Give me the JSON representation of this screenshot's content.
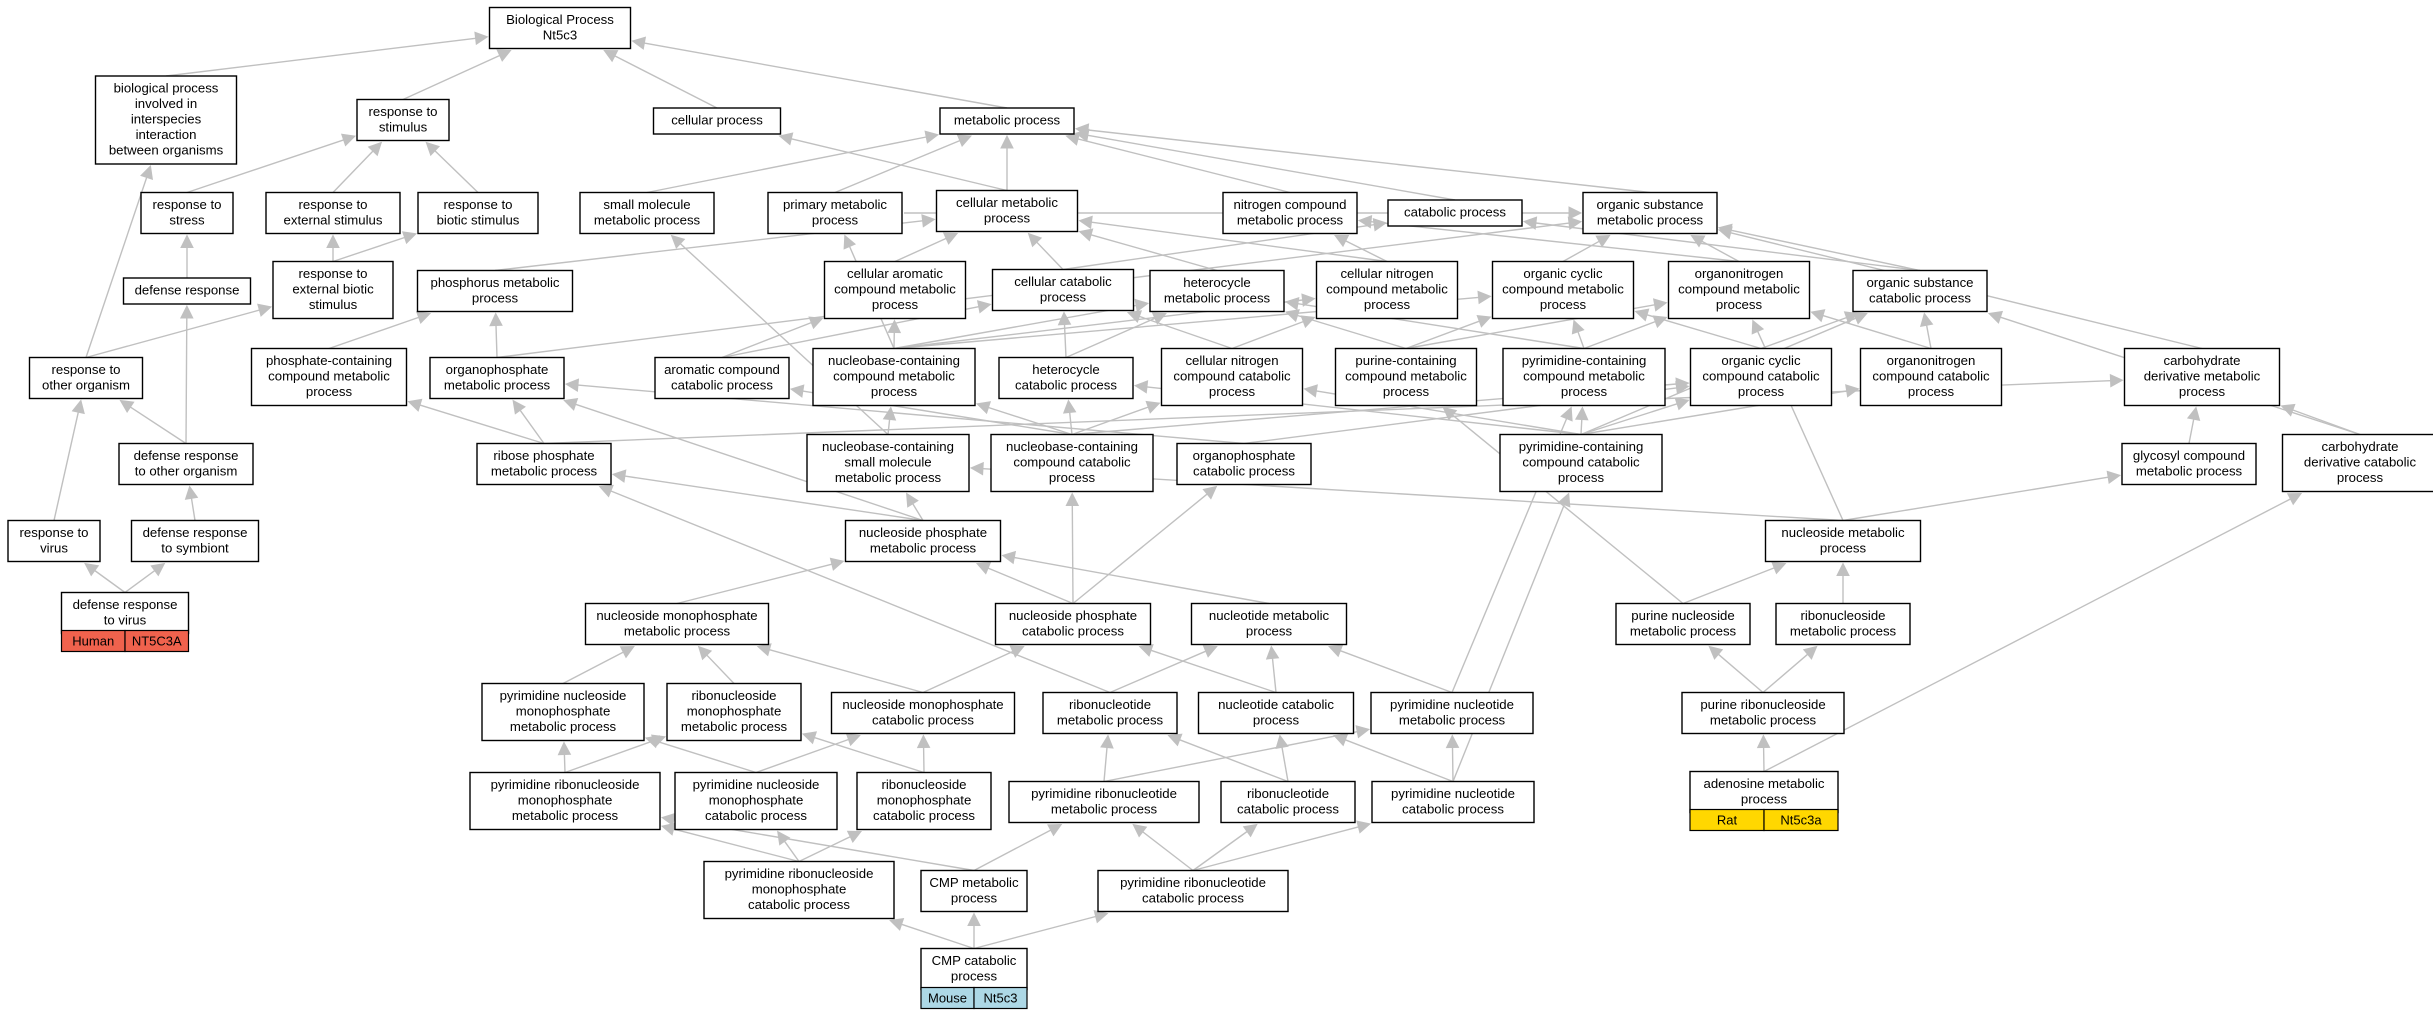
{
  "colors": {
    "edge": "#c0c0c0",
    "node_border": "#000000",
    "node_fill": "#ffffff",
    "human": "#f0624d",
    "rat": "#ffd700",
    "mouse": "#add8e6"
  },
  "nodes": [
    {
      "id": "bp",
      "lines": [
        "Biological Process",
        "Nt5c3"
      ]
    },
    {
      "id": "bpint",
      "lines": [
        "biological process",
        "involved in",
        "interspecies",
        "interaction",
        "between organisms"
      ]
    },
    {
      "id": "rstim",
      "lines": [
        "response to",
        "stimulus"
      ]
    },
    {
      "id": "cell",
      "lines": [
        "cellular process"
      ]
    },
    {
      "id": "meta",
      "lines": [
        "metabolic process"
      ]
    },
    {
      "id": "rstress",
      "lines": [
        "response to",
        "stress"
      ]
    },
    {
      "id": "rext",
      "lines": [
        "response to",
        "external stimulus"
      ]
    },
    {
      "id": "rbio",
      "lines": [
        "response to",
        "biotic stimulus"
      ]
    },
    {
      "id": "smm",
      "lines": [
        "small molecule",
        "metabolic process"
      ]
    },
    {
      "id": "pmp",
      "lines": [
        "primary metabolic",
        "process"
      ]
    },
    {
      "id": "cmp",
      "lines": [
        "cellular metabolic",
        "process"
      ]
    },
    {
      "id": "ncmp",
      "lines": [
        "nitrogen compound",
        "metabolic process"
      ]
    },
    {
      "id": "catp",
      "lines": [
        "catabolic process"
      ]
    },
    {
      "id": "osmp",
      "lines": [
        "organic substance",
        "metabolic process"
      ]
    },
    {
      "id": "defr",
      "lines": [
        "defense response"
      ]
    },
    {
      "id": "rebs",
      "lines": [
        "response to",
        "external biotic",
        "stimulus"
      ]
    },
    {
      "id": "phos",
      "lines": [
        "phosphorus metabolic",
        "process"
      ]
    },
    {
      "id": "cacmp",
      "lines": [
        "cellular aromatic",
        "compound metabolic",
        "process"
      ]
    },
    {
      "id": "ccp",
      "lines": [
        "cellular catabolic",
        "process"
      ]
    },
    {
      "id": "hmp",
      "lines": [
        "heterocycle",
        "metabolic process"
      ]
    },
    {
      "id": "cncmp",
      "lines": [
        "cellular nitrogen",
        "compound metabolic",
        "process"
      ]
    },
    {
      "id": "occmp",
      "lines": [
        "organic cyclic",
        "compound metabolic",
        "process"
      ]
    },
    {
      "id": "onmp",
      "lines": [
        "organonitrogen",
        "compound metabolic",
        "process"
      ]
    },
    {
      "id": "oscp",
      "lines": [
        "organic substance",
        "catabolic process"
      ]
    },
    {
      "id": "rorg",
      "lines": [
        "response to",
        "other organism"
      ]
    },
    {
      "id": "pcmp",
      "lines": [
        "phosphate-containing",
        "compound metabolic",
        "process"
      ]
    },
    {
      "id": "opmp",
      "lines": [
        "organophosphate",
        "metabolic process"
      ]
    },
    {
      "id": "accp",
      "lines": [
        "aromatic compound",
        "catabolic process"
      ]
    },
    {
      "id": "nbcmp",
      "lines": [
        "nucleobase-containing",
        "compound metabolic",
        "process"
      ]
    },
    {
      "id": "hcp",
      "lines": [
        "heterocycle",
        "catabolic process"
      ]
    },
    {
      "id": "cnccp",
      "lines": [
        "cellular nitrogen",
        "compound catabolic",
        "process"
      ]
    },
    {
      "id": "pucmp",
      "lines": [
        "purine-containing",
        "compound metabolic",
        "process"
      ]
    },
    {
      "id": "pycmp",
      "lines": [
        "pyrimidine-containing",
        "compound metabolic",
        "process"
      ]
    },
    {
      "id": "occcp",
      "lines": [
        "organic cyclic",
        "compound catabolic",
        "process"
      ]
    },
    {
      "id": "onccp",
      "lines": [
        "organonitrogen",
        "compound catabolic",
        "process"
      ]
    },
    {
      "id": "cdmp",
      "lines": [
        "carbohydrate",
        "derivative metabolic",
        "process"
      ]
    },
    {
      "id": "drorg",
      "lines": [
        "defense response",
        "to other organism"
      ]
    },
    {
      "id": "rpmp",
      "lines": [
        "ribose phosphate",
        "metabolic process"
      ]
    },
    {
      "id": "nbsmm",
      "lines": [
        "nucleobase-containing",
        "small molecule",
        "metabolic process"
      ]
    },
    {
      "id": "nbccp",
      "lines": [
        "nucleobase-containing",
        "compound catabolic",
        "process"
      ]
    },
    {
      "id": "opcp",
      "lines": [
        "organophosphate",
        "catabolic process"
      ]
    },
    {
      "id": "pyccp",
      "lines": [
        "pyrimidine-containing",
        "compound catabolic",
        "process"
      ]
    },
    {
      "id": "gcmp",
      "lines": [
        "glycosyl compound",
        "metabolic process"
      ]
    },
    {
      "id": "cdcp",
      "lines": [
        "carbohydrate",
        "derivative catabolic",
        "process"
      ]
    },
    {
      "id": "rvir",
      "lines": [
        "response to",
        "virus"
      ]
    },
    {
      "id": "drsym",
      "lines": [
        "defense response",
        "to symbiont"
      ]
    },
    {
      "id": "npmp",
      "lines": [
        "nucleoside phosphate",
        "metabolic process"
      ]
    },
    {
      "id": "nsmp",
      "lines": [
        "nucleoside metabolic",
        "process"
      ]
    },
    {
      "id": "drvir",
      "lines": [
        "defense response",
        "to virus"
      ]
    },
    {
      "id": "nmpmp",
      "lines": [
        "nucleoside monophosphate",
        "metabolic process"
      ]
    },
    {
      "id": "npcp",
      "lines": [
        "nucleoside phosphate",
        "catabolic process"
      ]
    },
    {
      "id": "ntmp",
      "lines": [
        "nucleotide metabolic",
        "process"
      ]
    },
    {
      "id": "purnmp",
      "lines": [
        "purine nucleoside",
        "metabolic process"
      ]
    },
    {
      "id": "ribnmp",
      "lines": [
        "ribonucleoside",
        "metabolic process"
      ]
    },
    {
      "id": "pynmpmp",
      "lines": [
        "pyrimidine nucleoside",
        "monophosphate",
        "metabolic process"
      ]
    },
    {
      "id": "rnmpmp",
      "lines": [
        "ribonucleoside",
        "monophosphate",
        "metabolic process"
      ]
    },
    {
      "id": "nmpcp",
      "lines": [
        "nucleoside monophosphate",
        "catabolic process"
      ]
    },
    {
      "id": "rntmp",
      "lines": [
        "ribonucleotide",
        "metabolic process"
      ]
    },
    {
      "id": "ntcp",
      "lines": [
        "nucleotide catabolic",
        "process"
      ]
    },
    {
      "id": "pyntmp",
      "lines": [
        "pyrimidine nucleotide",
        "metabolic process"
      ]
    },
    {
      "id": "prnmp",
      "lines": [
        "purine ribonucleoside",
        "metabolic process"
      ]
    },
    {
      "id": "pyrnmpmp",
      "lines": [
        "pyrimidine ribonucleoside",
        "monophosphate",
        "metabolic process"
      ]
    },
    {
      "id": "pynmpcp",
      "lines": [
        "pyrimidine nucleoside",
        "monophosphate",
        "catabolic process"
      ]
    },
    {
      "id": "rnmpcp",
      "lines": [
        "ribonucleoside",
        "monophosphate",
        "catabolic process"
      ]
    },
    {
      "id": "pyrntmp",
      "lines": [
        "pyrimidine ribonucleotide",
        "metabolic process"
      ]
    },
    {
      "id": "rntcp",
      "lines": [
        "ribonucleotide",
        "catabolic process"
      ]
    },
    {
      "id": "pyntcp",
      "lines": [
        "pyrimidine nucleotide",
        "catabolic process"
      ]
    },
    {
      "id": "adenmp",
      "lines": [
        "adenosine metabolic",
        "process"
      ]
    },
    {
      "id": "pyrnmpcp",
      "lines": [
        "pyrimidine ribonucleoside",
        "monophosphate",
        "catabolic process"
      ]
    },
    {
      "id": "cmpmp",
      "lines": [
        "CMP metabolic",
        "process"
      ]
    },
    {
      "id": "pyrntcp",
      "lines": [
        "pyrimidine ribonucleotide",
        "catabolic process"
      ]
    },
    {
      "id": "cmpcp",
      "lines": [
        "CMP catabolic",
        "process"
      ]
    }
  ],
  "annotations": [
    {
      "node": "drvir",
      "species": "Human",
      "gene": "NT5C3A",
      "color": "#f0624d"
    },
    {
      "node": "adenmp",
      "species": "Rat",
      "gene": "Nt5c3a",
      "color": "#ffd700"
    },
    {
      "node": "cmpcp",
      "species": "Mouse",
      "gene": "Nt5c3",
      "color": "#add8e6"
    }
  ],
  "edges": [
    [
      "bpint",
      "bp"
    ],
    [
      "rstim",
      "bp"
    ],
    [
      "cell",
      "bp"
    ],
    [
      "meta",
      "bp"
    ],
    [
      "rstress",
      "rstim"
    ],
    [
      "rext",
      "rstim"
    ],
    [
      "rbio",
      "rstim"
    ],
    [
      "smm",
      "meta"
    ],
    [
      "pmp",
      "meta"
    ],
    [
      "cmp",
      "meta"
    ],
    [
      "ncmp",
      "meta"
    ],
    [
      "catp",
      "meta"
    ],
    [
      "osmp",
      "meta"
    ],
    [
      "cmp",
      "cell"
    ],
    [
      "defr",
      "rstress"
    ],
    [
      "rebs",
      "rext"
    ],
    [
      "rebs",
      "rbio"
    ],
    [
      "phos",
      "cmp"
    ],
    [
      "cacmp",
      "cmp"
    ],
    [
      "ccp",
      "cmp"
    ],
    [
      "hmp",
      "cmp"
    ],
    [
      "cncmp",
      "cmp"
    ],
    [
      "ccp",
      "catp"
    ],
    [
      "oscp",
      "catp"
    ],
    [
      "cncmp",
      "ncmp"
    ],
    [
      "onmp",
      "ncmp"
    ],
    [
      "occmp",
      "osmp"
    ],
    [
      "onmp",
      "osmp"
    ],
    [
      "oscp",
      "osmp"
    ],
    [
      "cdmp",
      "osmp"
    ],
    [
      "opmp",
      "osmp"
    ],
    [
      "pmp",
      "osmp"
    ],
    [
      "rorg",
      "bpint"
    ],
    [
      "rorg",
      "rebs"
    ],
    [
      "pcmp",
      "phos"
    ],
    [
      "opmp",
      "phos"
    ],
    [
      "accp",
      "cacmp"
    ],
    [
      "accp",
      "ccp"
    ],
    [
      "nbcmp",
      "cacmp"
    ],
    [
      "nbcmp",
      "hmp"
    ],
    [
      "nbcmp",
      "cncmp"
    ],
    [
      "nbcmp",
      "occmp"
    ],
    [
      "nbcmp",
      "pmp"
    ],
    [
      "hcp",
      "hmp"
    ],
    [
      "hcp",
      "ccp"
    ],
    [
      "cnccp",
      "cncmp"
    ],
    [
      "cnccp",
      "ccp"
    ],
    [
      "pucmp",
      "hmp"
    ],
    [
      "pucmp",
      "occmp"
    ],
    [
      "pucmp",
      "onmp"
    ],
    [
      "pycmp",
      "hmp"
    ],
    [
      "pycmp",
      "occmp"
    ],
    [
      "pycmp",
      "onmp"
    ],
    [
      "occcp",
      "occmp"
    ],
    [
      "occcp",
      "oscp"
    ],
    [
      "onccp",
      "onmp"
    ],
    [
      "onccp",
      "oscp"
    ],
    [
      "drorg",
      "defr"
    ],
    [
      "drorg",
      "rorg"
    ],
    [
      "rpmp",
      "pcmp"
    ],
    [
      "rpmp",
      "opmp"
    ],
    [
      "rpmp",
      "cdmp"
    ],
    [
      "nbsmm",
      "smm"
    ],
    [
      "nbsmm",
      "nbcmp"
    ],
    [
      "nbccp",
      "nbcmp"
    ],
    [
      "nbccp",
      "hcp"
    ],
    [
      "nbccp",
      "cnccp"
    ],
    [
      "nbccp",
      "occcp"
    ],
    [
      "nbccp",
      "accp"
    ],
    [
      "opcp",
      "opmp"
    ],
    [
      "opcp",
      "occcp"
    ],
    [
      "pyccp",
      "pycmp"
    ],
    [
      "pyccp",
      "hcp"
    ],
    [
      "pyccp",
      "occcp"
    ],
    [
      "pyccp",
      "onccp"
    ],
    [
      "pyccp",
      "cnccp"
    ],
    [
      "pyccp",
      "oscp"
    ],
    [
      "gcmp",
      "cdmp"
    ],
    [
      "cdcp",
      "cdmp"
    ],
    [
      "cdcp",
      "oscp"
    ],
    [
      "rvir",
      "rorg"
    ],
    [
      "drsym",
      "drorg"
    ],
    [
      "npmp",
      "nbsmm"
    ],
    [
      "npmp",
      "opmp"
    ],
    [
      "npmp",
      "rpmp"
    ],
    [
      "nsmp",
      "gcmp"
    ],
    [
      "nsmp",
      "nbsmm"
    ],
    [
      "nsmp",
      "onmp"
    ],
    [
      "drvir",
      "rvir"
    ],
    [
      "drvir",
      "drsym"
    ],
    [
      "nmpmp",
      "npmp"
    ],
    [
      "npcp",
      "npmp"
    ],
    [
      "npcp",
      "nbccp"
    ],
    [
      "npcp",
      "opcp"
    ],
    [
      "ntmp",
      "npmp"
    ],
    [
      "purnmp",
      "nsmp"
    ],
    [
      "purnmp",
      "pucmp"
    ],
    [
      "ribnmp",
      "nsmp"
    ],
    [
      "pynmpmp",
      "nmpmp"
    ],
    [
      "rnmpmp",
      "nmpmp"
    ],
    [
      "nmpcp",
      "nmpmp"
    ],
    [
      "nmpcp",
      "npcp"
    ],
    [
      "rntmp",
      "ntmp"
    ],
    [
      "rntmp",
      "rpmp"
    ],
    [
      "ntcp",
      "ntmp"
    ],
    [
      "ntcp",
      "npcp"
    ],
    [
      "pyntmp",
      "ntmp"
    ],
    [
      "pyntmp",
      "pycmp"
    ],
    [
      "prnmp",
      "purnmp"
    ],
    [
      "prnmp",
      "ribnmp"
    ],
    [
      "pyrnmpmp",
      "pynmpmp"
    ],
    [
      "pyrnmpmp",
      "rnmpmp"
    ],
    [
      "pynmpcp",
      "pynmpmp"
    ],
    [
      "pynmpcp",
      "nmpcp"
    ],
    [
      "rnmpcp",
      "rnmpmp"
    ],
    [
      "rnmpcp",
      "nmpcp"
    ],
    [
      "pyrntmp",
      "rntmp"
    ],
    [
      "pyrntmp",
      "pyntmp"
    ],
    [
      "rntcp",
      "rntmp"
    ],
    [
      "rntcp",
      "ntcp"
    ],
    [
      "pyntcp",
      "pyntmp"
    ],
    [
      "pyntcp",
      "ntcp"
    ],
    [
      "pyntcp",
      "pyccp"
    ],
    [
      "adenmp",
      "prnmp"
    ],
    [
      "adenmp",
      "cdcp"
    ],
    [
      "pyrnmpcp",
      "pyrnmpmp"
    ],
    [
      "pyrnmpcp",
      "pynmpcp"
    ],
    [
      "pyrnmpcp",
      "rnmpcp"
    ],
    [
      "cmpmp",
      "pyrnmpmp"
    ],
    [
      "cmpmp",
      "pyrntmp"
    ],
    [
      "pyrntcp",
      "pyrntmp"
    ],
    [
      "pyrntcp",
      "rntcp"
    ],
    [
      "pyrntcp",
      "pyntcp"
    ],
    [
      "cmpcp",
      "cmpmp"
    ],
    [
      "cmpcp",
      "pyrnmpcp"
    ],
    [
      "cmpcp",
      "pyrntcp"
    ]
  ]
}
